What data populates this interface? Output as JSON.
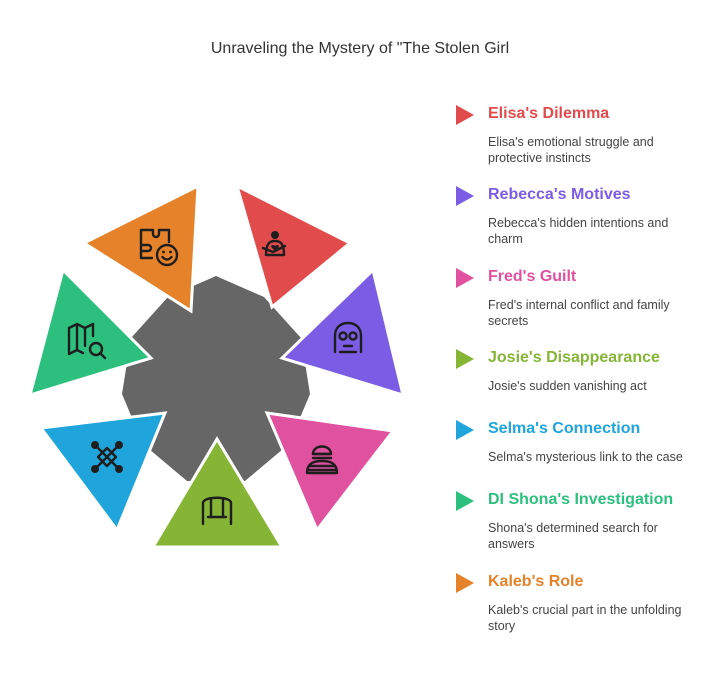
{
  "title": "Unraveling the Mystery of \"The Stolen Girl",
  "hub_color": "#666666",
  "items": [
    {
      "label": "Elisa's Dilemma",
      "desc": "Elisa's emotional struggle and protective instincts",
      "color": "#e24b4b",
      "icon": "person-with-heart-icon"
    },
    {
      "label": "Rebecca's Motives",
      "desc": "Rebecca's hidden intentions and charm",
      "color": "#7b5ce4",
      "icon": "masked-face-icon"
    },
    {
      "label": "Fred's Guilt",
      "desc": "Fred's internal conflict and family secrets",
      "color": "#e0519f",
      "icon": "prisoner-icon"
    },
    {
      "label": "Josie's Disappearance",
      "desc": "Josie's sudden vanishing act",
      "color": "#86b536",
      "icon": "swing-icon"
    },
    {
      "label": "Selma's Connection",
      "desc": "Selma's mysterious link to the case",
      "color": "#1fa5dc",
      "icon": "network-icon"
    },
    {
      "label": "DI Shona's Investigation",
      "desc": "Shona's determined search for answers",
      "color": "#2cbf7e",
      "icon": "map-search-icon"
    },
    {
      "label": "Kaleb's Role",
      "desc": "Kaleb's crucial part in the unfolding story",
      "color": "#e5822a",
      "icon": "puzzle-smile-icon"
    }
  ]
}
